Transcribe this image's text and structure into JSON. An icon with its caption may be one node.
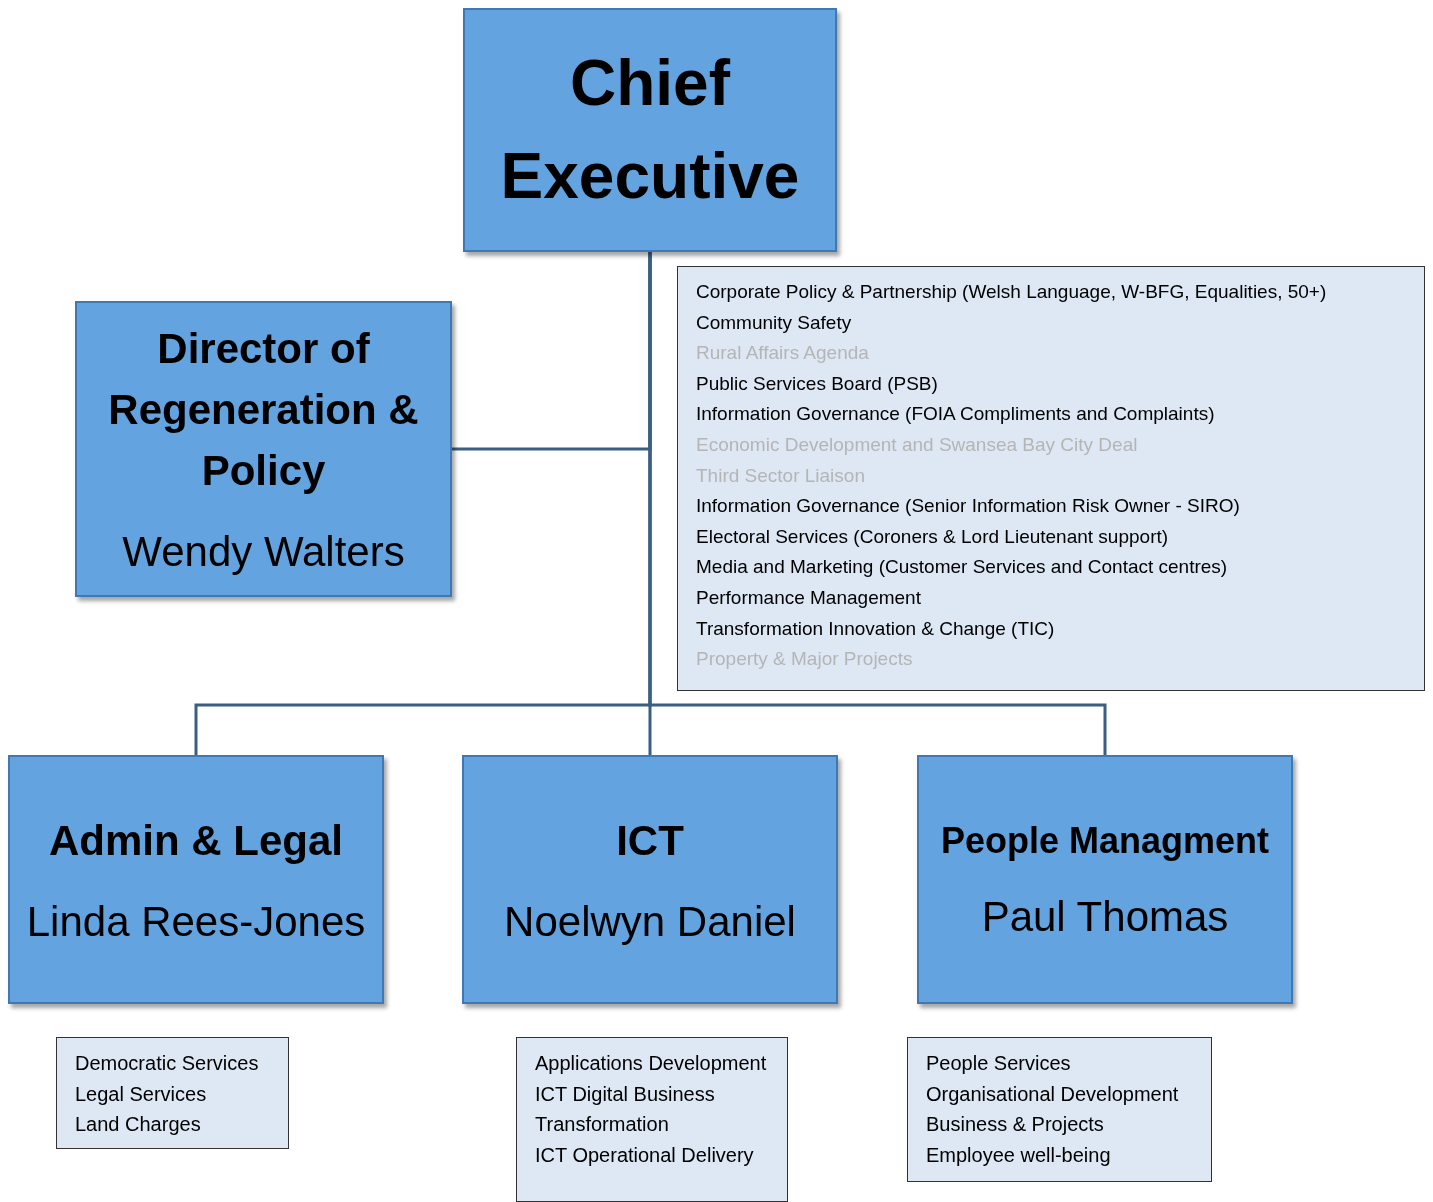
{
  "diagram": {
    "nodes": [
      {
        "text": [
          "Chief Executive"
        ]
      },
      {
        "text": [
          "Director of Regeneration & Policy",
          "Wendy Walters"
        ]
      },
      {
        "text": [
          "Corporate Policy & Partnership (Welsh Language, W-BFG, Equalities, 50+)",
          "Community Safety",
          "Rural Affairs Agenda",
          "Public Services Board (PSB)",
          "Information Governance (FOIA Compliments and Complaints)",
          "Economic Development and Swansea Bay City Deal",
          "Third Sector Liaison",
          "Information Governance (Senior Information Risk Owner - SIRO)",
          "Electoral Services (Coroners & Lord Lieutenant support)",
          "Media and Marketing (Customer Services and Contact centres)",
          "Performance Management",
          "Transformation Innovation & Change (TIC)",
          "Property & Major Projects"
        ]
      },
      {
        "text": [
          "Admin & Legal",
          "Linda Rees-Jones"
        ]
      },
      {
        "text": [
          "ICT",
          "Noelwyn Daniel"
        ]
      },
      {
        "text": [
          "People Managment",
          "Paul Thomas"
        ]
      },
      {
        "text": [
          "Democratic Services",
          "Legal Services",
          "Land Charges"
        ]
      },
      {
        "text": [
          "Applications Development",
          "ICT Digital Business Transformation",
          "ICT Operational Delivery"
        ]
      },
      {
        "text": [
          "People Services",
          "Organisational Development",
          "Business & Projects",
          "Employee well-being"
        ]
      }
    ],
    "edges": [
      {
        "from": 0,
        "to": 1,
        "arrow": "none"
      },
      {
        "from": 0,
        "to": 3,
        "arrow": "none"
      },
      {
        "from": 0,
        "to": 4,
        "arrow": "none"
      },
      {
        "from": 0,
        "to": 5,
        "arrow": "none"
      }
    ]
  }
}
